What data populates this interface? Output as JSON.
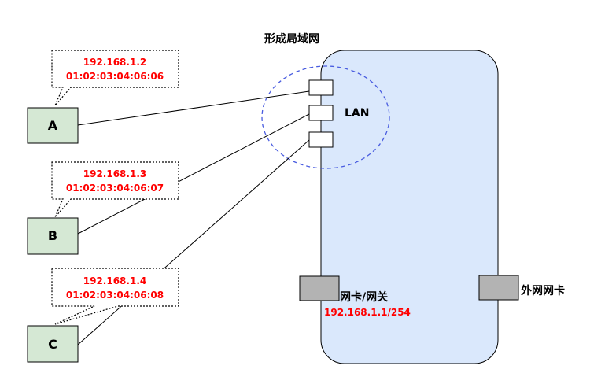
{
  "diagram": {
    "lan_area_label": "形成局域网",
    "switch_label": "LAN",
    "gateway_label": "网卡/网关",
    "gateway_ip": "192.168.1.1/254",
    "external_nic_label": "外网网卡",
    "hosts": [
      {
        "name": "A",
        "ip": "192.168.1.2",
        "mac": "01:02:03:04:06:06"
      },
      {
        "name": "B",
        "ip": "192.168.1.3",
        "mac": "01:02:03:04:06:07"
      },
      {
        "name": "C",
        "ip": "192.168.1.4",
        "mac": "01:02:03:04:06:08"
      }
    ],
    "colors": {
      "device_fill": "#dae8fc",
      "host_fill": "#d5e8d4",
      "host_stroke": "#82b366",
      "port_fill": "#b3b3b3",
      "lan_circle": "#4a5de0",
      "address_text": "#ff0000"
    }
  }
}
